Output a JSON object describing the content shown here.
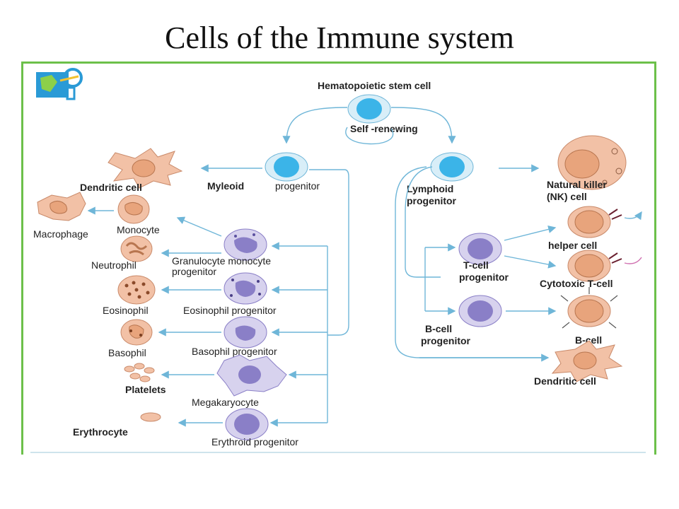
{
  "title": "Cells of the Immune system",
  "colors": {
    "border": "#6cc04a",
    "arrow": "#6fb6d8",
    "stem": "#3bb4e8",
    "lymph": "#8a7fc7",
    "cell": "#e8a47c"
  },
  "labels": {
    "hsc": "Hematopoietic stem cell",
    "self_renewing": "Self -renewing",
    "myeloid": "Myleoid",
    "myeloid_progenitor": "progenitor",
    "lymphoid_1": "Lymphoid",
    "lymphoid_2": "progenitor",
    "nk_1": "Natural killer",
    "nk_2": "(NK) cell",
    "dendritic_myeloid": "Dendritic cell",
    "macrophage": "Macrophage",
    "monocyte": "Monocyte",
    "gmp_1": "Granulocyte monocyte",
    "gmp_2": "progenitor",
    "neutrophil": "Neutrophil",
    "eosinophil": "Eosinophil",
    "eos_progenitor": "Eosinophil progenitor",
    "basophil": "Basophil",
    "baso_progenitor": "Basophil progenitor",
    "platelets": "Platelets",
    "megakaryocyte": "Megakaryocyte",
    "erythrocyte": "Erythrocyte",
    "ery_progenitor": "Erythroid progenitor",
    "tcell_1": "T-cell",
    "tcell_2": "progenitor",
    "helper": "helper cell",
    "cytotoxic": "Cytotoxic T-cell",
    "bcell_prog_1": "B-cell",
    "bcell_prog_2": "progenitor",
    "bcell": "B-cell",
    "dendritic_lymphoid": "Dendritic cell"
  }
}
